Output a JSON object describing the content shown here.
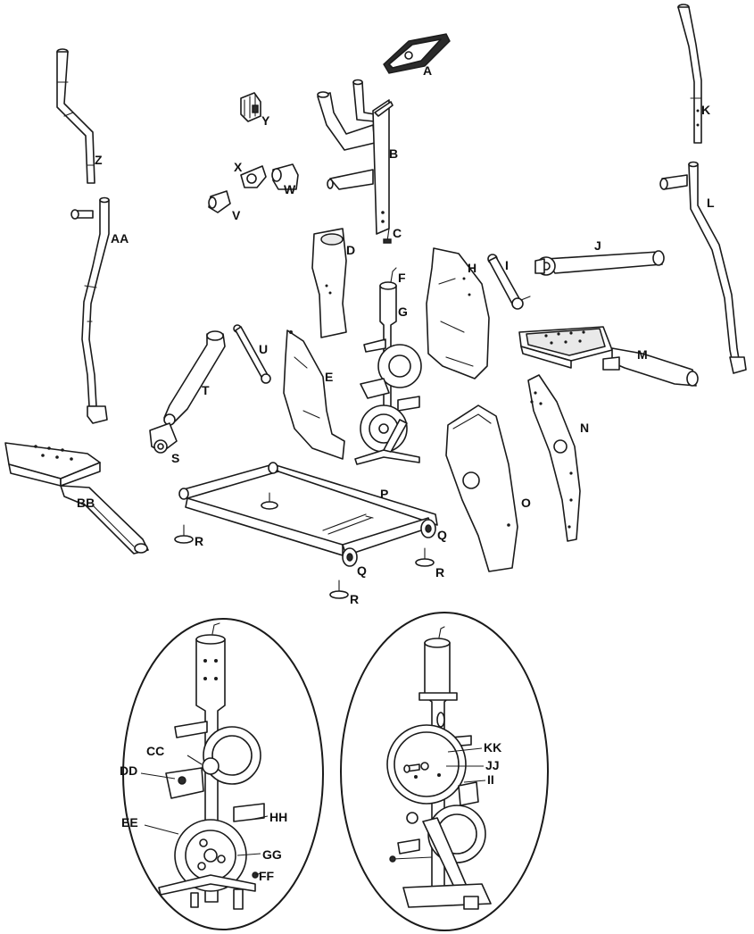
{
  "labels": {
    "A": "A",
    "B": "B",
    "C": "C",
    "D": "D",
    "E": "E",
    "F": "F",
    "G": "G",
    "H": "H",
    "I": "I",
    "J": "J",
    "K": "K",
    "L": "L",
    "M": "M",
    "N": "N",
    "O": "O",
    "P": "P",
    "Q1": "Q",
    "Q2": "Q",
    "R1": "R",
    "R2": "R",
    "R3": "R",
    "S": "S",
    "T": "T",
    "U": "U",
    "V": "V",
    "W": "W",
    "X": "X",
    "Y": "Y",
    "Z": "Z",
    "AA": "AA",
    "BB": "BB",
    "CC": "CC",
    "DD": "DD",
    "EE": "EE",
    "FF": "FF",
    "GG": "GG",
    "HH": "HH",
    "II": "II",
    "JJ": "JJ",
    "KK": "KK"
  }
}
